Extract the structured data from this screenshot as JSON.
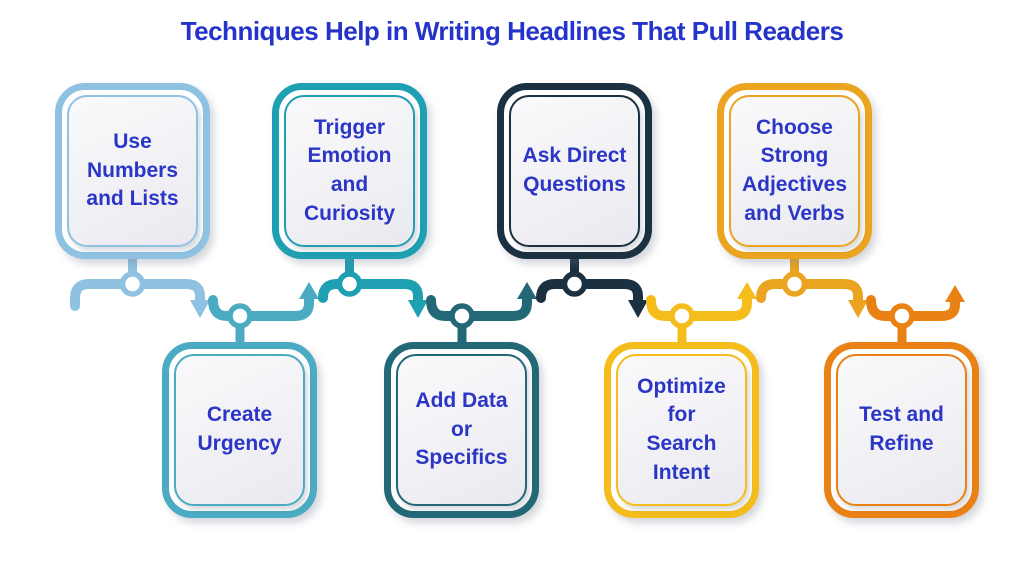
{
  "title": "Techniques Help in Writing Headlines That Pull Readers",
  "colors": {
    "background": "#ffffff",
    "title_text": "#2433c9",
    "step_text": "#2b36c6"
  },
  "diagram_type": "zigzag-process-flow",
  "steps": [
    {
      "order": 1,
      "row": "top",
      "label": "Use\nNumbers\nand Lists",
      "color": "#8fc2e2"
    },
    {
      "order": 2,
      "row": "bottom",
      "label": "Create\nUrgency",
      "color": "#4aabc2"
    },
    {
      "order": 3,
      "row": "top",
      "label": "Trigger\nEmotion\nand\nCuriosity",
      "color": "#1f9fb2"
    },
    {
      "order": 4,
      "row": "bottom",
      "label": "Add Data\nor\nSpecifics",
      "color": "#226876"
    },
    {
      "order": 5,
      "row": "top",
      "label": "Ask Direct\nQuestions",
      "color": "#1b3040"
    },
    {
      "order": 6,
      "row": "bottom",
      "label": "Optimize\nfor\nSearch\nIntent",
      "color": "#f4bd1c"
    },
    {
      "order": 7,
      "row": "top",
      "label": "Choose\nStrong\nAdjectives\nand Verbs",
      "color": "#eaa41f"
    },
    {
      "order": 8,
      "row": "bottom",
      "label": "Test and\nRefine",
      "color": "#ea8115"
    }
  ]
}
